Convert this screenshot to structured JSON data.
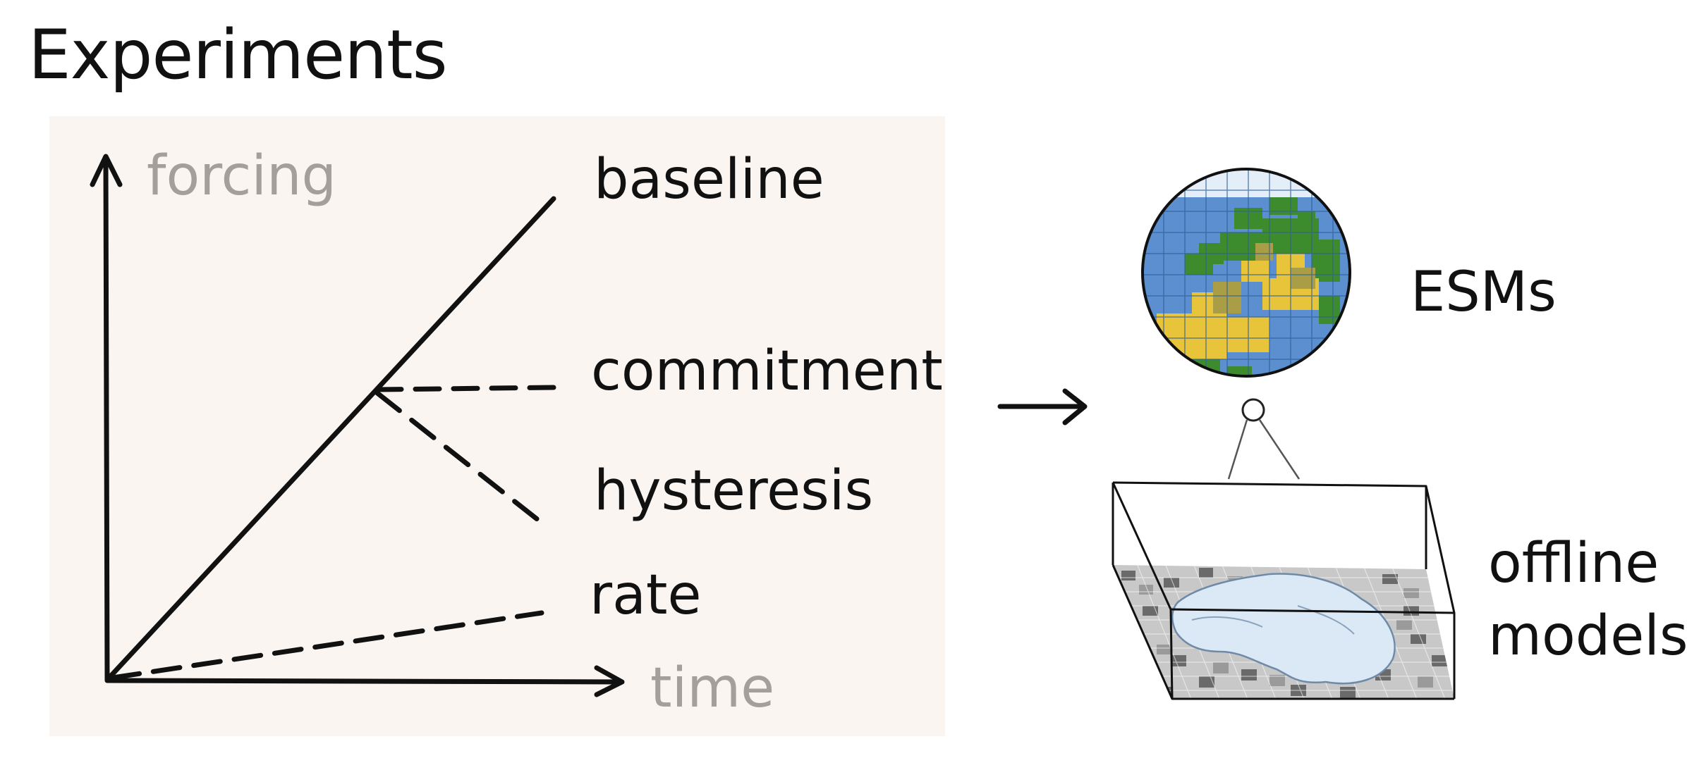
{
  "title": "Experiments",
  "axes": {
    "y_label": "forcing",
    "x_label": "time"
  },
  "scenarios": {
    "baseline": "baseline",
    "commitment": "commitment",
    "hysteresis": "hysteresis",
    "rate": "rate"
  },
  "models": {
    "esm": "ESMs",
    "offline_line1": "offline",
    "offline_line2": "models"
  },
  "colors": {
    "panel_bg": "#faf5f1",
    "axis_label": "#a39f9c",
    "ocean": "#5b8fcf",
    "land_green": "#3c8c2e",
    "land_yellow": "#e8c43a",
    "ice": "#dbe9f6",
    "grid_dark": "#6a6a6a",
    "grid_light": "#c8c8c8"
  }
}
